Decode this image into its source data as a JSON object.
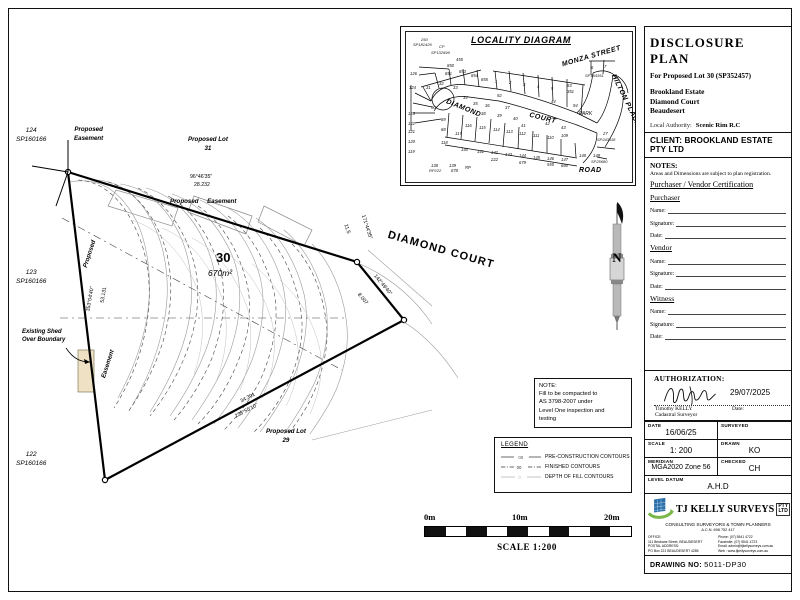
{
  "title_block": {
    "plan_title": "DISCLOSURE PLAN",
    "plan_subtitle": "For Proposed Lot 30 (SP352457)",
    "estate": "Brookland Estate",
    "street": "Diamond Court",
    "suburb": "Beaudesert",
    "local_authority_label": "Local Authority:",
    "local_authority_value": "Scenic Rim R.C",
    "client": "CLIENT: BROOKLAND ESTATE PTY LTD",
    "notes_heading": "NOTES:",
    "notes_body": "Areas and Dimensions are subject to plan registration.",
    "certification_heading": "Purchaser / Vendor Certification",
    "parties": [
      {
        "heading": "Purchaser",
        "fields": [
          "Name:",
          "Signature:",
          "Date:"
        ]
      },
      {
        "heading": "Vendor",
        "fields": [
          "Name:",
          "Signature:",
          "Date:"
        ]
      },
      {
        "heading": "Witness",
        "fields": [
          "Name:",
          "Signature:",
          "Date:"
        ]
      }
    ],
    "authorization": {
      "heading": "AUTHORIZATION:",
      "surveyor_name": "Timothy KELLY",
      "surveyor_role": "Cadastral Surveyor",
      "date_value": "29/07/2025",
      "date_label": "Date:"
    },
    "data_grid": [
      {
        "label": "DATE",
        "value": "16/06/25"
      },
      {
        "label": "SURVEYED",
        "value": ""
      },
      {
        "label": "SCALE",
        "value": "1: 200"
      },
      {
        "label": "DRAWN",
        "value": "KO"
      },
      {
        "label": "MERIDIAN",
        "value": "MGA2020  Zone  56"
      },
      {
        "label": "CHECKED",
        "value": "CH"
      }
    ],
    "level_datum": {
      "label": "LEVEL  DATUM",
      "value": "A.H.D"
    },
    "company": {
      "name": "TJ KELLY SURVEYS",
      "suffix": "PTY LTD",
      "tagline": "CONSULTING SURVEYORS & TOWN PLANNERS",
      "acn": "A.C.N. 698 752 417",
      "office_label": "OFFICE:",
      "office_address": "111 Brisbane Street, BEAUDESERT",
      "postal_label": "POSTAL ADDRESS:",
      "postal_address": "PO Box 221 BEAUDESERT 4285",
      "phone": "Phone: (07) 5541 4722",
      "fax": "Facsimile: (07) 5541 4723",
      "email": "Email: admin@tjkellysurveys.com.au",
      "web": "Web : www.tjkellysurveys.com.au"
    },
    "drawing_no_label": "DRAWING NO:",
    "drawing_no_value": "5011-DP30"
  },
  "locality": {
    "title": "LOCALITY DIAGRAM",
    "roads": [
      {
        "name": "MONZA STREET"
      },
      {
        "name": "HILTON PLACE"
      },
      {
        "name": "DIAMOND"
      },
      {
        "name": "COURT"
      },
      {
        "name": "ROAD"
      },
      {
        "name": "PARK"
      }
    ],
    "parcel_refs": [
      "250",
      "SP181426",
      "CP",
      "SP132699",
      "850",
      "851",
      "853",
      "854",
      "855",
      "126",
      "124",
      "123",
      "122",
      "121",
      "120",
      "119",
      "118",
      "117",
      "38",
      "39",
      "40",
      "41",
      "42",
      "43",
      "44",
      "31",
      "32",
      "33",
      "34",
      "35",
      "36",
      "37",
      "1",
      "2",
      "3",
      "4",
      "5",
      "83",
      "351",
      "94",
      "92",
      "6",
      "7",
      "SP184351",
      "27",
      "SP243118",
      "109",
      "110",
      "111",
      "112",
      "113",
      "114",
      "115",
      "116",
      "140",
      "141",
      "142",
      "143",
      "144",
      "145",
      "146",
      "147",
      "148",
      "149",
      "138",
      "139",
      "RP222",
      "678",
      "RP",
      "222",
      "679",
      "555",
      "680",
      "SP25680",
      "88",
      "89",
      "90",
      "455"
    ]
  },
  "plot": {
    "lot_number": "30",
    "lot_area": "670m²",
    "neighbour_lots": [
      {
        "lot": "124",
        "plan": "SP160166"
      },
      {
        "lot": "123",
        "plan": "SP160166"
      },
      {
        "lot": "122",
        "plan": "SP160166"
      }
    ],
    "proposed_labels": [
      {
        "line1": "Proposed",
        "line2": "Easement"
      },
      {
        "line1": "Proposed Lot",
        "line2": "31"
      },
      {
        "line1": "Proposed",
        "line2": "Easement"
      },
      {
        "line1": "Proposed Lot",
        "line2": "29"
      }
    ],
    "easement_side_label": "Proposed",
    "easement_side_label2": "Easement",
    "street_name": "DIAMOND COURT",
    "shed_note_line1": "Existing Shed",
    "shed_note_line2": "Over Boundary",
    "bearings": [
      {
        "bearing": "96°46'35\"",
        "distance": "28.232"
      },
      {
        "bearing": "171°44'35\"",
        "distance": "11.5"
      },
      {
        "bearing": "142°49'40\"",
        "distance": "8.007"
      },
      {
        "bearing": "238°55'10\"",
        "distance": "34.301"
      },
      {
        "bearing": "353°04'40\"",
        "distance": "53.131"
      }
    ],
    "north_label": "N"
  },
  "note_box": {
    "line1": "NOTE:",
    "line2": "Fill to be compacted to",
    "line3": "AS 3798-2007 under",
    "line4": "Level One inspection and",
    "line5": "testing"
  },
  "legend": {
    "title": "LEGEND",
    "items": [
      {
        "label": "PRE-CONSTRUCTION CONTOURS",
        "style": "solid-tick"
      },
      {
        "label": "FINISHED CONTOURS",
        "style": "dash-dot"
      },
      {
        "label": "DEPTH OF FILL CONTOURS",
        "style": "light-solid"
      }
    ]
  },
  "scale_bar": {
    "ticks": [
      "0m",
      "10m",
      "20m"
    ],
    "caption": "SCALE   1:200"
  }
}
